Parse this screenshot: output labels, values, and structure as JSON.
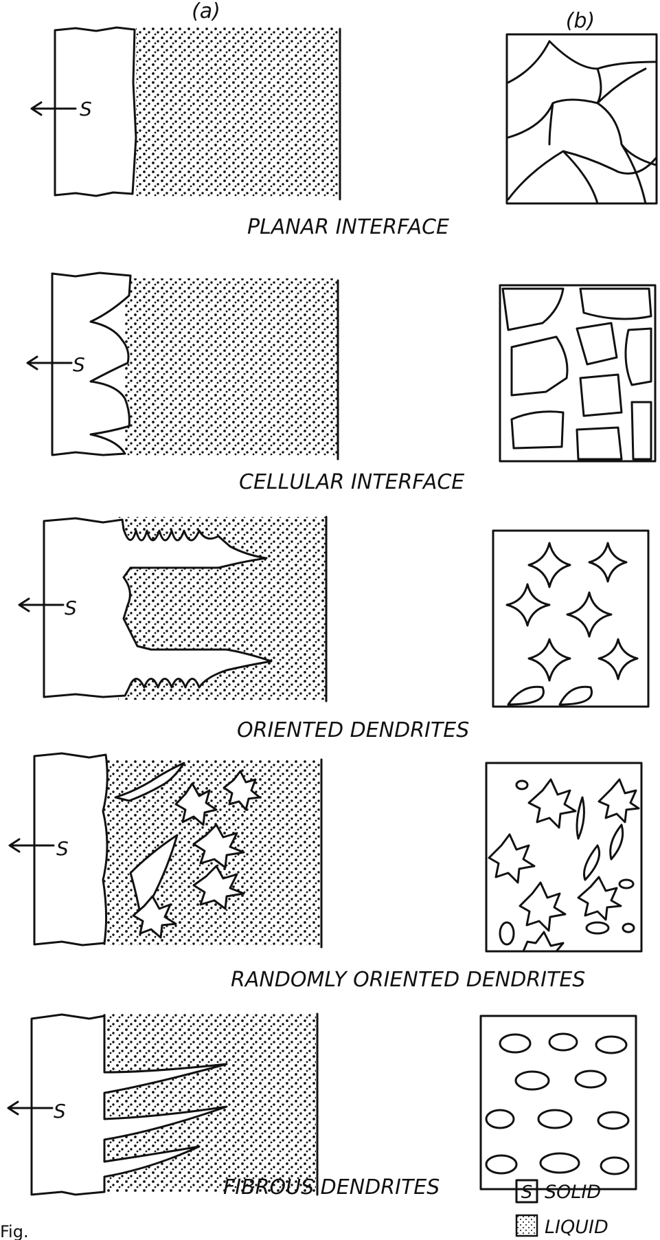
{
  "column_labels": {
    "a": "(a)",
    "b": "(b)"
  },
  "arrow_label": "S",
  "rows": [
    {
      "id": "planar",
      "title": "PLANAR  INTERFACE"
    },
    {
      "id": "cellular",
      "title": "CELLULAR  INTERFACE"
    },
    {
      "id": "oriented",
      "title": "ORIENTED  DENDRITES"
    },
    {
      "id": "random",
      "title": "RANDOMLY  ORIENTED  DENDRITES"
    },
    {
      "id": "fibrous",
      "title": "FIBROUS  DENDRITES"
    }
  ],
  "legend": {
    "solid": {
      "symbol": "S",
      "label": "SOLID"
    },
    "liquid": {
      "label": "LIQUID"
    }
  },
  "caption_fragment": "Fig."
}
